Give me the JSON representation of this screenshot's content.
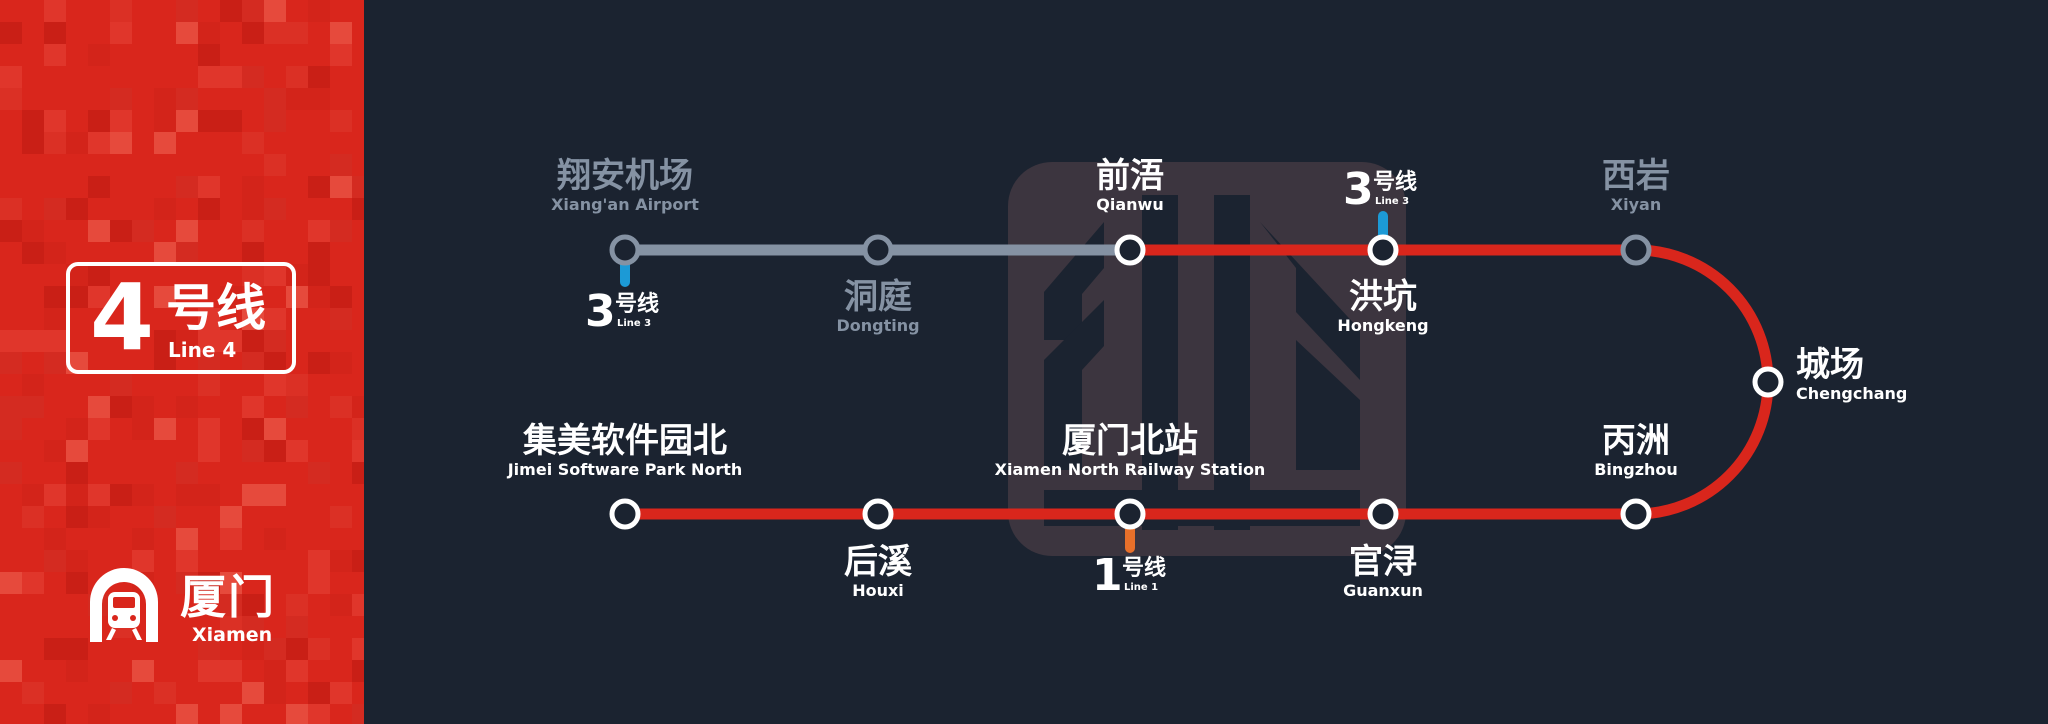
{
  "line": {
    "number": "4",
    "name_cn": "号线",
    "name_en": "Line 4",
    "color": "#d9261c"
  },
  "city": {
    "name_cn": "厦门",
    "name_en": "Xiamen",
    "icon": "metro-train-icon"
  },
  "colors": {
    "background": "#1b2330",
    "inactive_track": "#8592a3",
    "line1": "#e8702a",
    "line3": "#1c9ad6",
    "station_fill": "#1b2330",
    "station_ring": "#ffffff"
  },
  "stations": [
    {
      "id": "xiangan-airport",
      "name_cn": "翔安机场",
      "name_en": "Xiang'an Airport",
      "status": "not-yet-open",
      "transfer": "Line 3"
    },
    {
      "id": "dongting",
      "name_cn": "洞庭",
      "name_en": "Dongting",
      "status": "not-yet-open"
    },
    {
      "id": "qianwu",
      "name_cn": "前浯",
      "name_en": "Qianwu",
      "status": "open"
    },
    {
      "id": "hongkeng",
      "name_cn": "洪坑",
      "name_en": "Hongkeng",
      "status": "open",
      "transfer": "Line 3"
    },
    {
      "id": "xiyan",
      "name_cn": "西岩",
      "name_en": "Xiyan",
      "status": "not-yet-open"
    },
    {
      "id": "chengchang",
      "name_cn": "城场",
      "name_en": "Chengchang",
      "status": "open"
    },
    {
      "id": "bingzhou",
      "name_cn": "丙洲",
      "name_en": "Bingzhou",
      "status": "open"
    },
    {
      "id": "guanxun",
      "name_cn": "官浔",
      "name_en": "Guanxun",
      "status": "open"
    },
    {
      "id": "xiamen-north",
      "name_cn": "厦门北站",
      "name_en": "Xiamen North Railway Station",
      "status": "open",
      "transfer": "Line 1"
    },
    {
      "id": "houxi",
      "name_cn": "后溪",
      "name_en": "Houxi",
      "status": "open"
    },
    {
      "id": "jimei-software-park-north",
      "name_cn": "集美软件园北",
      "name_en": "Jimei Software Park North",
      "status": "open"
    }
  ],
  "transfers": [
    {
      "station": "xiangan-airport",
      "number": "3",
      "name_cn": "号线",
      "name_en": "Line 3",
      "color": "#1c9ad6"
    },
    {
      "station": "hongkeng",
      "number": "3",
      "name_cn": "号线",
      "name_en": "Line 3",
      "color": "#1c9ad6"
    },
    {
      "station": "xiamen-north",
      "number": "1",
      "name_cn": "号线",
      "name_en": "Line 1",
      "color": "#e8702a"
    }
  ]
}
